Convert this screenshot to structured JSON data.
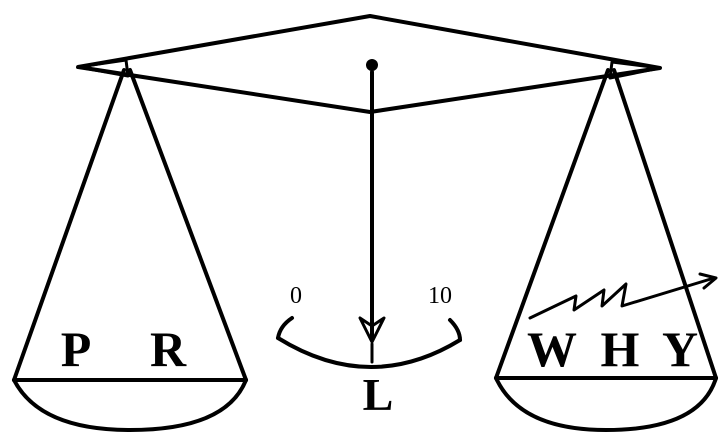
{
  "left_pan": {
    "labels": [
      "P",
      "R"
    ]
  },
  "right_pan": {
    "labels": [
      "W",
      "H",
      "Y"
    ]
  },
  "gauge": {
    "min_label": "0",
    "max_label": "10"
  },
  "pointer": {
    "label": "L"
  },
  "colors": {
    "ink": "#000000",
    "background": "#ffffff"
  }
}
